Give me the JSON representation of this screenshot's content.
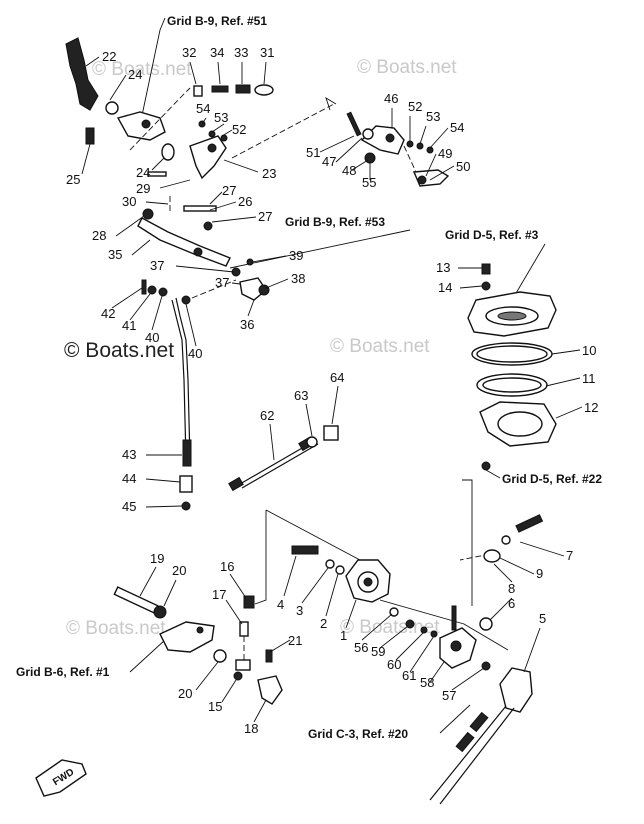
{
  "watermarks": [
    "© Boats.net",
    "© Boats.net",
    "© Boats.net",
    "© Boats.net",
    "© Boats.net",
    "© Boats.net"
  ],
  "grid_refs": [
    "Grid B-9, Ref. #51",
    "Grid B-9, Ref. #53",
    "Grid D-5, Ref. #3",
    "Grid D-5, Ref. #22",
    "Grid B-6, Ref. #1",
    "Grid C-3, Ref. #20"
  ],
  "fwd_label": "FWD",
  "callouts": [
    "22",
    "24",
    "25",
    "32",
    "34",
    "33",
    "31",
    "54",
    "53",
    "52",
    "24",
    "23",
    "29",
    "30",
    "27",
    "26",
    "27",
    "28",
    "35",
    "46",
    "52",
    "53",
    "54",
    "51",
    "47",
    "48",
    "55",
    "49",
    "50",
    "39",
    "38",
    "37",
    "37",
    "36",
    "42",
    "41",
    "40",
    "40",
    "13",
    "14",
    "10",
    "11",
    "12",
    "63",
    "64",
    "62",
    "43",
    "44",
    "45",
    "7",
    "9",
    "8",
    "6",
    "5",
    "19",
    "20",
    "16",
    "17",
    "4",
    "3",
    "2",
    "1",
    "56",
    "59",
    "60",
    "61",
    "58",
    "57",
    "21",
    "20",
    "15",
    "18"
  ]
}
